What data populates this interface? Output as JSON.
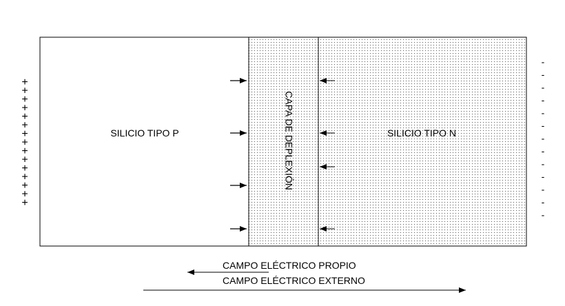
{
  "regions": {
    "p_label": "SILICIO TIPO P",
    "depletion_label": "CAPA DE DEPLEXIÓN",
    "n_label": "SILICIO TIPO N"
  },
  "fields": {
    "internal_label": "CAMPO ELÉCTRICO PROPIO",
    "external_label": "CAMPO ELÉCTRICO EXTERNO"
  },
  "charges": {
    "positive_symbol": "+",
    "negative_symbol": "-",
    "positive_count": 15,
    "negative_count": 13
  },
  "colors": {
    "stroke": "#000000",
    "dot": "#555555",
    "background": "#ffffff"
  }
}
